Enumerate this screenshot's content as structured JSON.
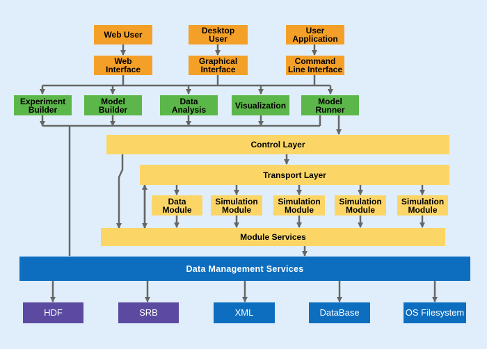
{
  "users": [
    {
      "label": "Web User"
    },
    {
      "label": "Desktop\nUser"
    },
    {
      "label": "User\nApplication"
    }
  ],
  "interfaces": [
    {
      "label": "Web\nInterface"
    },
    {
      "label": "Graphical\nInterface"
    },
    {
      "label": "Command\nLine Interface"
    }
  ],
  "tools": [
    {
      "label": "Experiment\nBuilder"
    },
    {
      "label": "Model\nBuilder"
    },
    {
      "label": "Data\nAnalysis"
    },
    {
      "label": "Visualization"
    },
    {
      "label": "Model\nRunner"
    }
  ],
  "layers": {
    "control": "Control Layer",
    "transport": "Transport Layer",
    "module_services": "Module Services",
    "data_management": "Data  Management  Services"
  },
  "modules": [
    {
      "label": "Data\nModule"
    },
    {
      "label": "Simulation\nModule"
    },
    {
      "label": "Simulation\nModule"
    },
    {
      "label": "Simulation\nModule"
    },
    {
      "label": "Simulation\nModule"
    }
  ],
  "stores": [
    {
      "label": "HDF"
    },
    {
      "label": "SRB"
    },
    {
      "label": "XML"
    },
    {
      "label": "DataBase"
    },
    {
      "label": "OS Filesystem"
    }
  ],
  "colors": {
    "background": "#dfeefa",
    "user_box": "#f4a028",
    "tool_box": "#5cb74a",
    "layer_box": "#fbd666",
    "data_management": "#0d6ec0",
    "store_hdf_srb": "#5b4aa0",
    "store_other": "#0d6ec0",
    "connector": "#666666"
  }
}
